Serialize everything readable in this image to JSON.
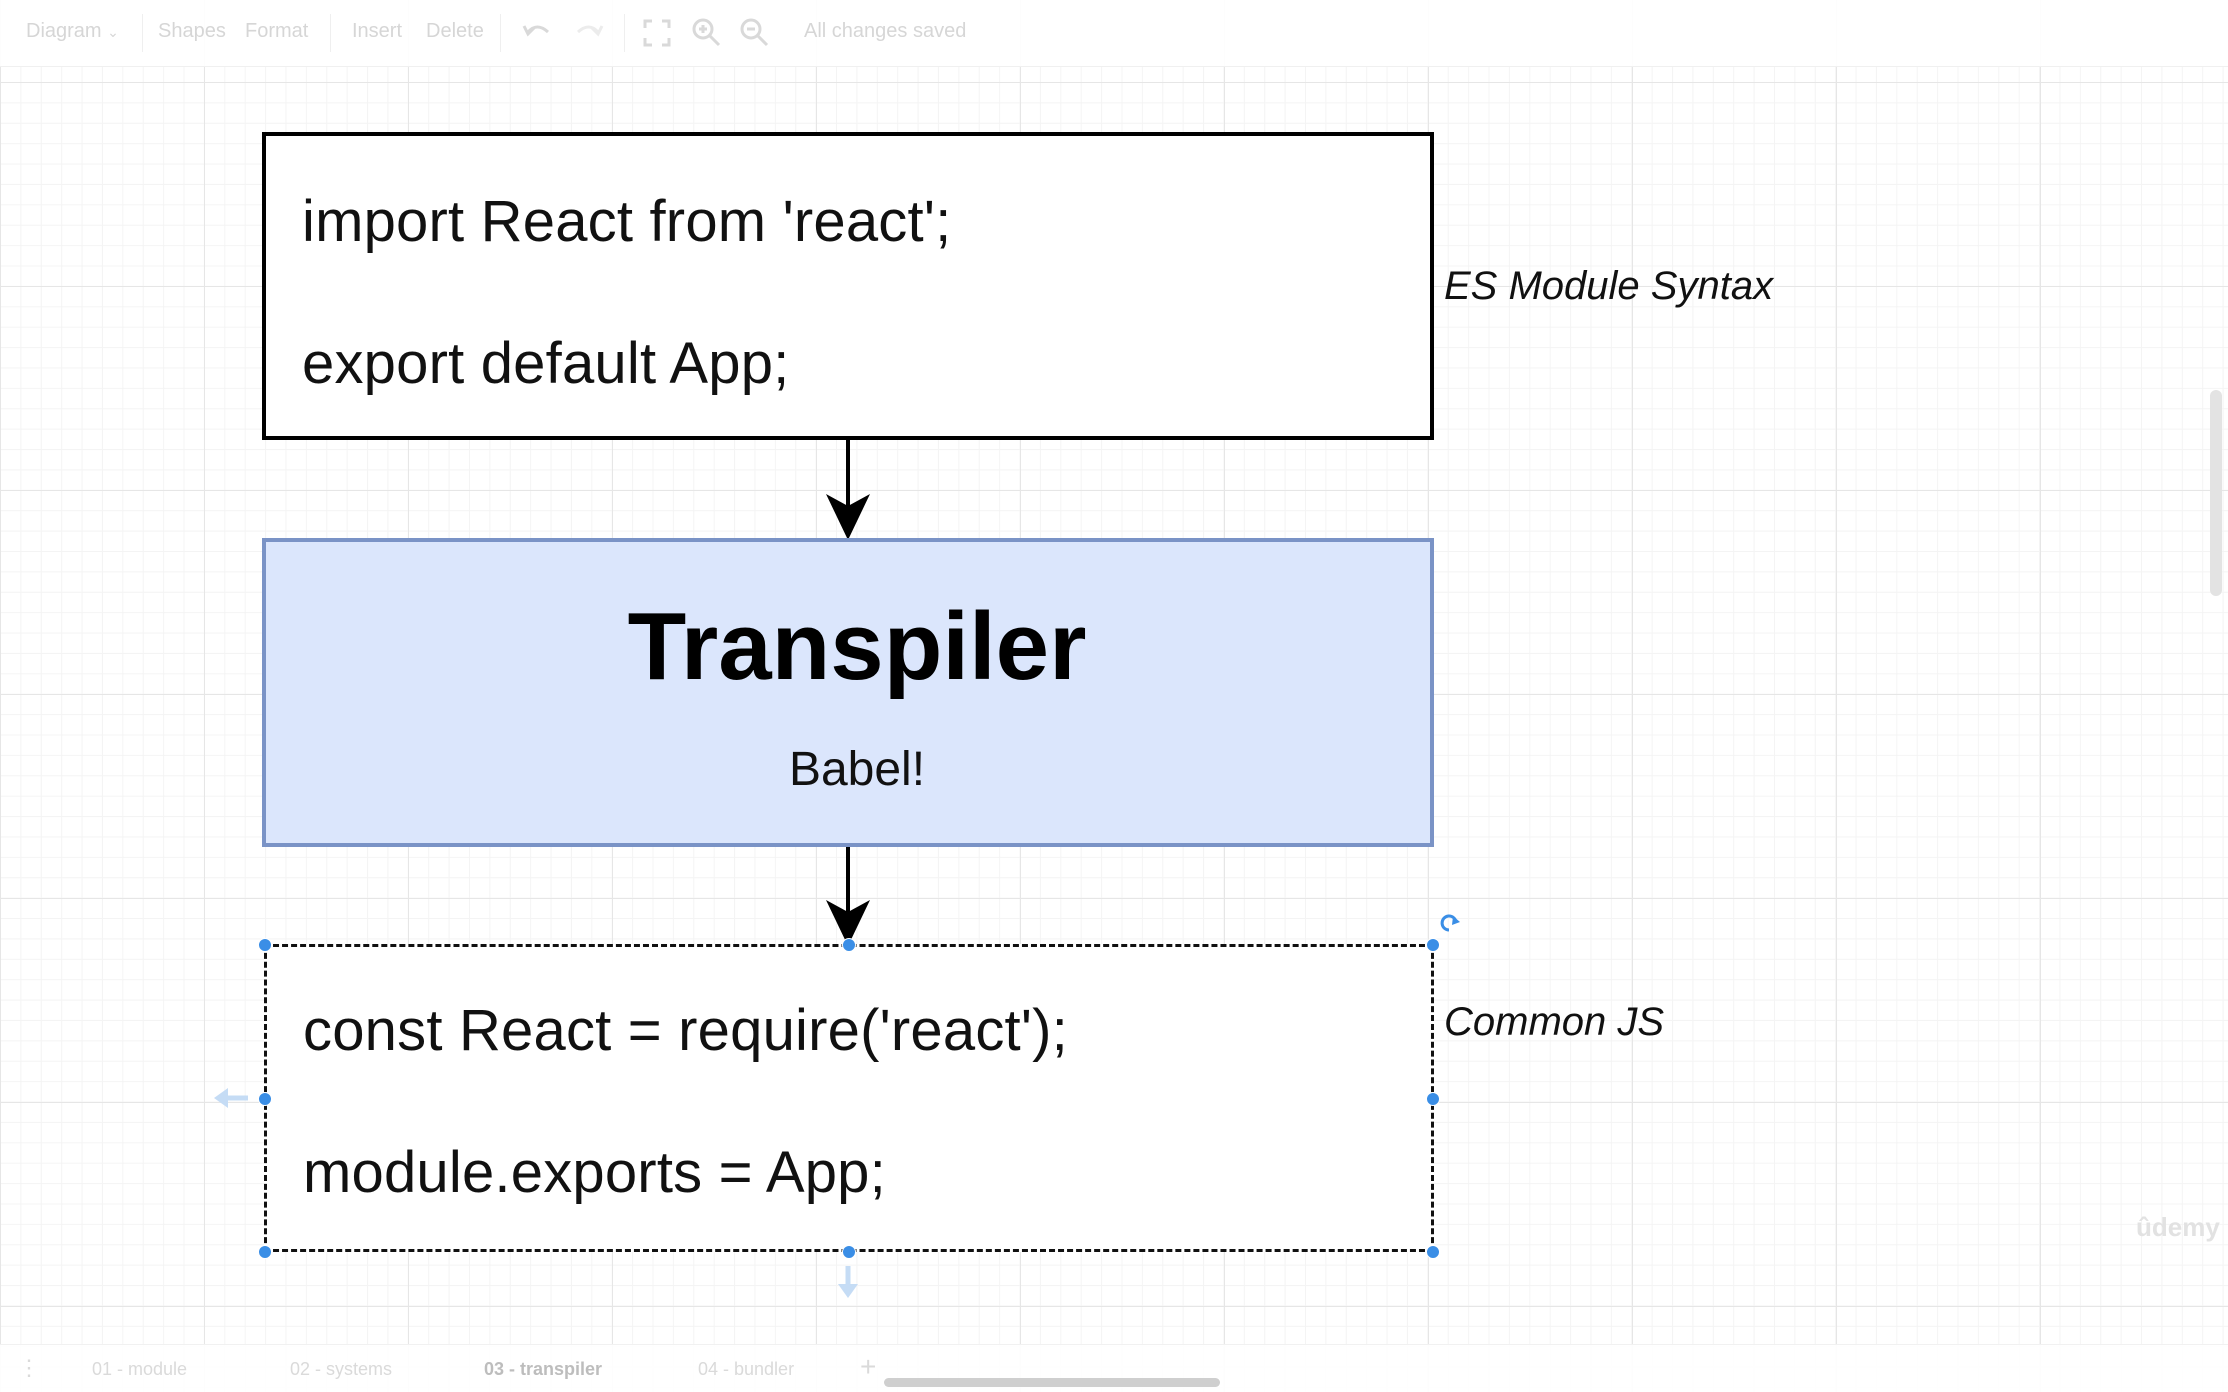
{
  "toolbar": {
    "diagram_menu": "Diagram",
    "shapes": "Shapes",
    "format": "Format",
    "insert": "Insert",
    "delete": "Delete",
    "status": "All changes saved"
  },
  "diagram": {
    "es_box": {
      "line1": "import React from 'react';",
      "line2": "export default App;",
      "label": "ES Module Syntax"
    },
    "transpiler_box": {
      "title": "Transpiler",
      "subtitle": "Babel!"
    },
    "cjs_box": {
      "line1": "const React = require('react');",
      "line2": "module.exports = App;",
      "label": "Common JS"
    }
  },
  "tabs": [
    {
      "label": "01 - module"
    },
    {
      "label": "02 - systems"
    },
    {
      "label": "03 - transpiler",
      "active": true
    },
    {
      "label": "04 - bundler"
    }
  ],
  "watermark": "ûdemy",
  "colors": {
    "transpiler_fill": "#dbe6fc",
    "transpiler_stroke": "#7a93c6",
    "selection_handle": "#3a8ee6"
  }
}
